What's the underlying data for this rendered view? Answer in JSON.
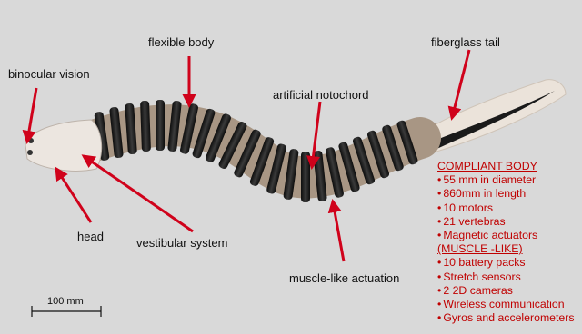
{
  "labels": {
    "binocular_vision": "binocular vision",
    "flexible_body": "flexible body",
    "fiberglass_tail": "fiberglass tail",
    "artificial_notochord": "artificial notochord",
    "head": "head",
    "vestibular_system": "vestibular system",
    "muscle_like_actuation": "muscle-like actuation"
  },
  "scale_bar": {
    "label": "100 mm"
  },
  "specs": {
    "compliant_header": "COMPLIANT BODY",
    "compliant_items": [
      "55 mm in diameter",
      "860mm in length",
      "10 motors",
      "21 vertebras",
      "Magnetic actuators"
    ],
    "muscle_header": "(MUSCLE -LIKE)",
    "muscle_items": [
      "10 battery packs",
      "Stretch sensors",
      "2 2D cameras",
      "Wireless communication",
      "Gyros and accelerometers"
    ]
  },
  "colors": {
    "background": "#d9d9d9",
    "arrow": "#d0021b",
    "spec_text": "#c00000",
    "label_text": "#111111"
  }
}
